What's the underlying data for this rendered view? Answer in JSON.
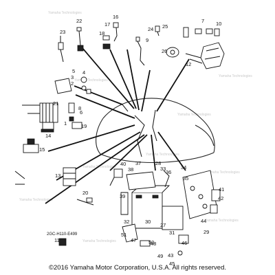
{
  "diagram": {
    "callouts": [
      "1",
      "2",
      "3",
      "4",
      "5",
      "6",
      "7",
      "8",
      "9",
      "10",
      "11",
      "12",
      "13",
      "14",
      "15",
      "16",
      "17",
      "18",
      "19",
      "20",
      "21",
      "22",
      "23",
      "24",
      "25",
      "26",
      "27",
      "28",
      "29",
      "30",
      "31",
      "32",
      "33",
      "34",
      "35",
      "36",
      "37",
      "38",
      "39",
      "40",
      "41",
      "42",
      "43",
      "44",
      "45",
      "46",
      "47",
      "48",
      "49",
      "50",
      "51"
    ],
    "part_code": "2GC-H110-E499",
    "watermark": "Yamaha Technologies"
  },
  "footer": {
    "copyright": "©2016 Yamaha Motor Corporation, U.S.A. All rights reserved."
  }
}
